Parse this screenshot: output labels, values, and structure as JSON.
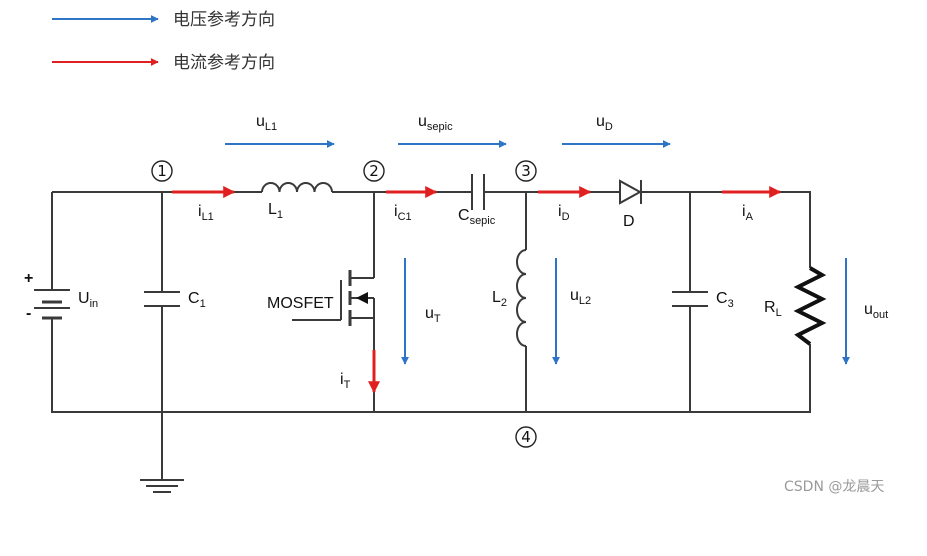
{
  "legend": {
    "voltage": {
      "label": "电压参考方向",
      "color": "#2e75c8"
    },
    "current": {
      "label": "电流参考方向",
      "color": "#e02020"
    }
  },
  "nodes": [
    "1",
    "2",
    "3",
    "4"
  ],
  "components": {
    "source": {
      "name": "U",
      "sub": "in",
      "plus": "+",
      "minus": "-"
    },
    "c1": {
      "name": "C",
      "sub": "1"
    },
    "l1": {
      "name": "L",
      "sub": "1"
    },
    "mosfet": {
      "name": "MOSFET"
    },
    "csepic": {
      "name": "C",
      "sub": "sepic"
    },
    "l2": {
      "name": "L",
      "sub": "2"
    },
    "diode": {
      "name": "D"
    },
    "c3": {
      "name": "C",
      "sub": "3"
    },
    "rl": {
      "name": "R",
      "sub": "L"
    }
  },
  "voltages": {
    "uL1": {
      "name": "u",
      "sub": "L1"
    },
    "usepic": {
      "name": "u",
      "sub": "sepic"
    },
    "uD": {
      "name": "u",
      "sub": "D"
    },
    "uT": {
      "name": "u",
      "sub": "T"
    },
    "uL2": {
      "name": "u",
      "sub": "L2"
    },
    "uout": {
      "name": "u",
      "sub": "out"
    }
  },
  "currents": {
    "iL1": {
      "name": "i",
      "sub": "L1"
    },
    "iC1": {
      "name": "i",
      "sub": "C1"
    },
    "iD": {
      "name": "i",
      "sub": "D"
    },
    "iA": {
      "name": "i",
      "sub": "A"
    },
    "iT": {
      "name": "i",
      "sub": "T"
    }
  },
  "watermark": "CSDN @龙晨天"
}
